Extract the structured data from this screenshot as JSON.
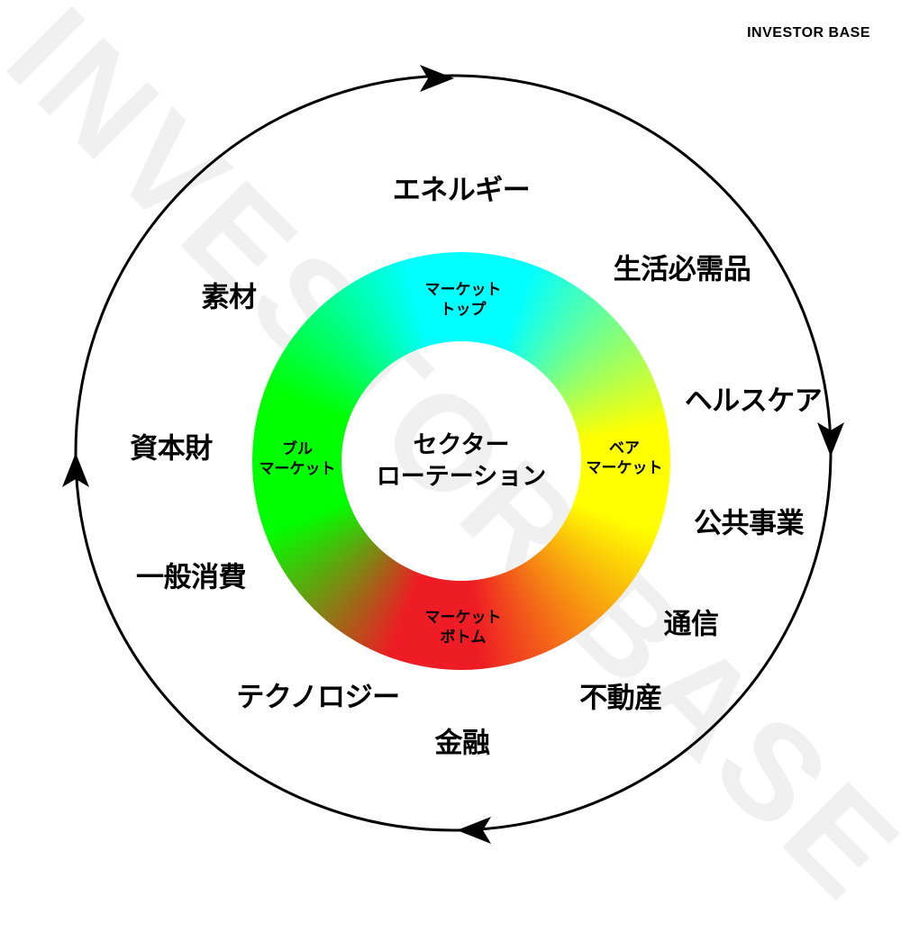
{
  "brand": "INVESTOR BASE",
  "watermark": "INVESTOR BASE",
  "center": {
    "line1": "セクター",
    "line2": "ローテーション"
  },
  "phases": {
    "top": {
      "line1": "マーケット",
      "line2": "トップ"
    },
    "bear": {
      "line1": "ベア",
      "line2": "マーケット"
    },
    "bottom": {
      "line1": "マーケット",
      "line2": "ボトム"
    },
    "bull": {
      "line1": "ブル",
      "line2": "マーケット"
    }
  },
  "sectors": [
    "エネルギー",
    "生活必需品",
    "ヘルスケア",
    "公共事業",
    "通信",
    "不動産",
    "金融",
    "テクノロジー",
    "一般消費",
    "資本財",
    "素材"
  ],
  "colors": {
    "top": "#00ffff",
    "bear": "#ffff00",
    "bottom": "#ee1c24",
    "bull": "#00ff00"
  }
}
